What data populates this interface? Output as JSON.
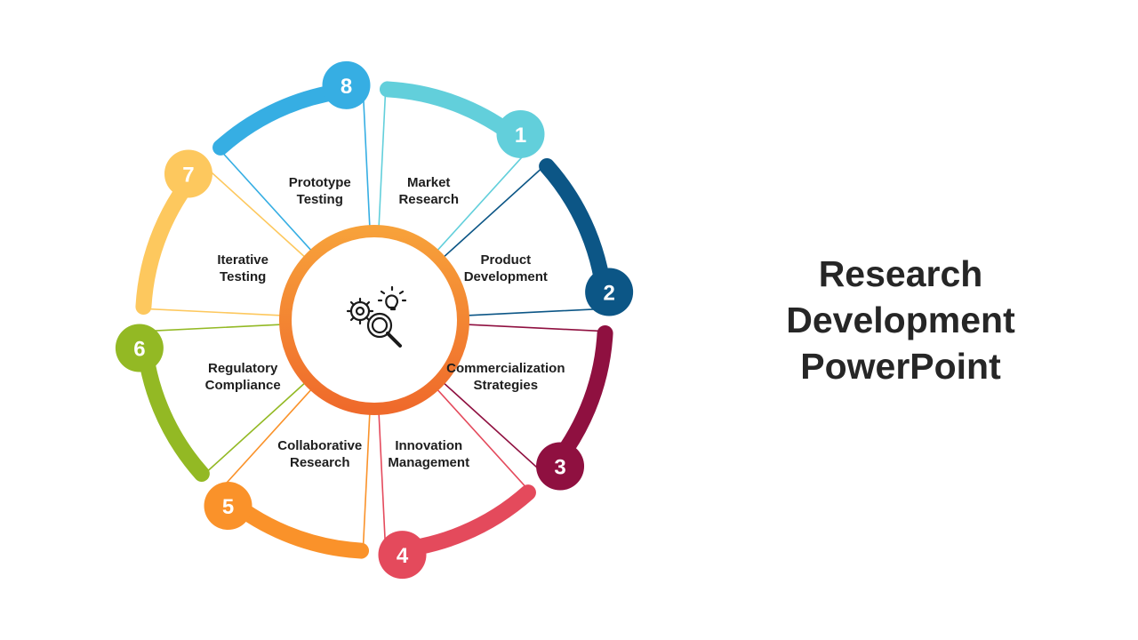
{
  "title_lines": [
    "Research",
    "Development",
    "PowerPoint"
  ],
  "center": {
    "icon": "gears-magnifier-lightbulb-icon",
    "ring_colors": [
      "#f7a13a",
      "#ef6a2b"
    ]
  },
  "segments": [
    {
      "number": "1",
      "label_lines": [
        "Market",
        "Research"
      ],
      "color": "#62cfdb"
    },
    {
      "number": "2",
      "label_lines": [
        "Product",
        "Development"
      ],
      "color": "#0c5686"
    },
    {
      "number": "3",
      "label_lines": [
        "Commercialization",
        "Strategies"
      ],
      "color": "#8f1040"
    },
    {
      "number": "4",
      "label_lines": [
        "Innovation",
        "Management"
      ],
      "color": "#e44a5c"
    },
    {
      "number": "5",
      "label_lines": [
        "Collaborative",
        "Research"
      ],
      "color": "#fa922a"
    },
    {
      "number": "6",
      "label_lines": [
        "Regulatory",
        "Compliance"
      ],
      "color": "#93b924"
    },
    {
      "number": "7",
      "label_lines": [
        "Iterative",
        "Testing"
      ],
      "color": "#fdc85e"
    },
    {
      "number": "8",
      "label_lines": [
        "Prototype",
        "Testing"
      ],
      "color": "#36aee3"
    }
  ]
}
